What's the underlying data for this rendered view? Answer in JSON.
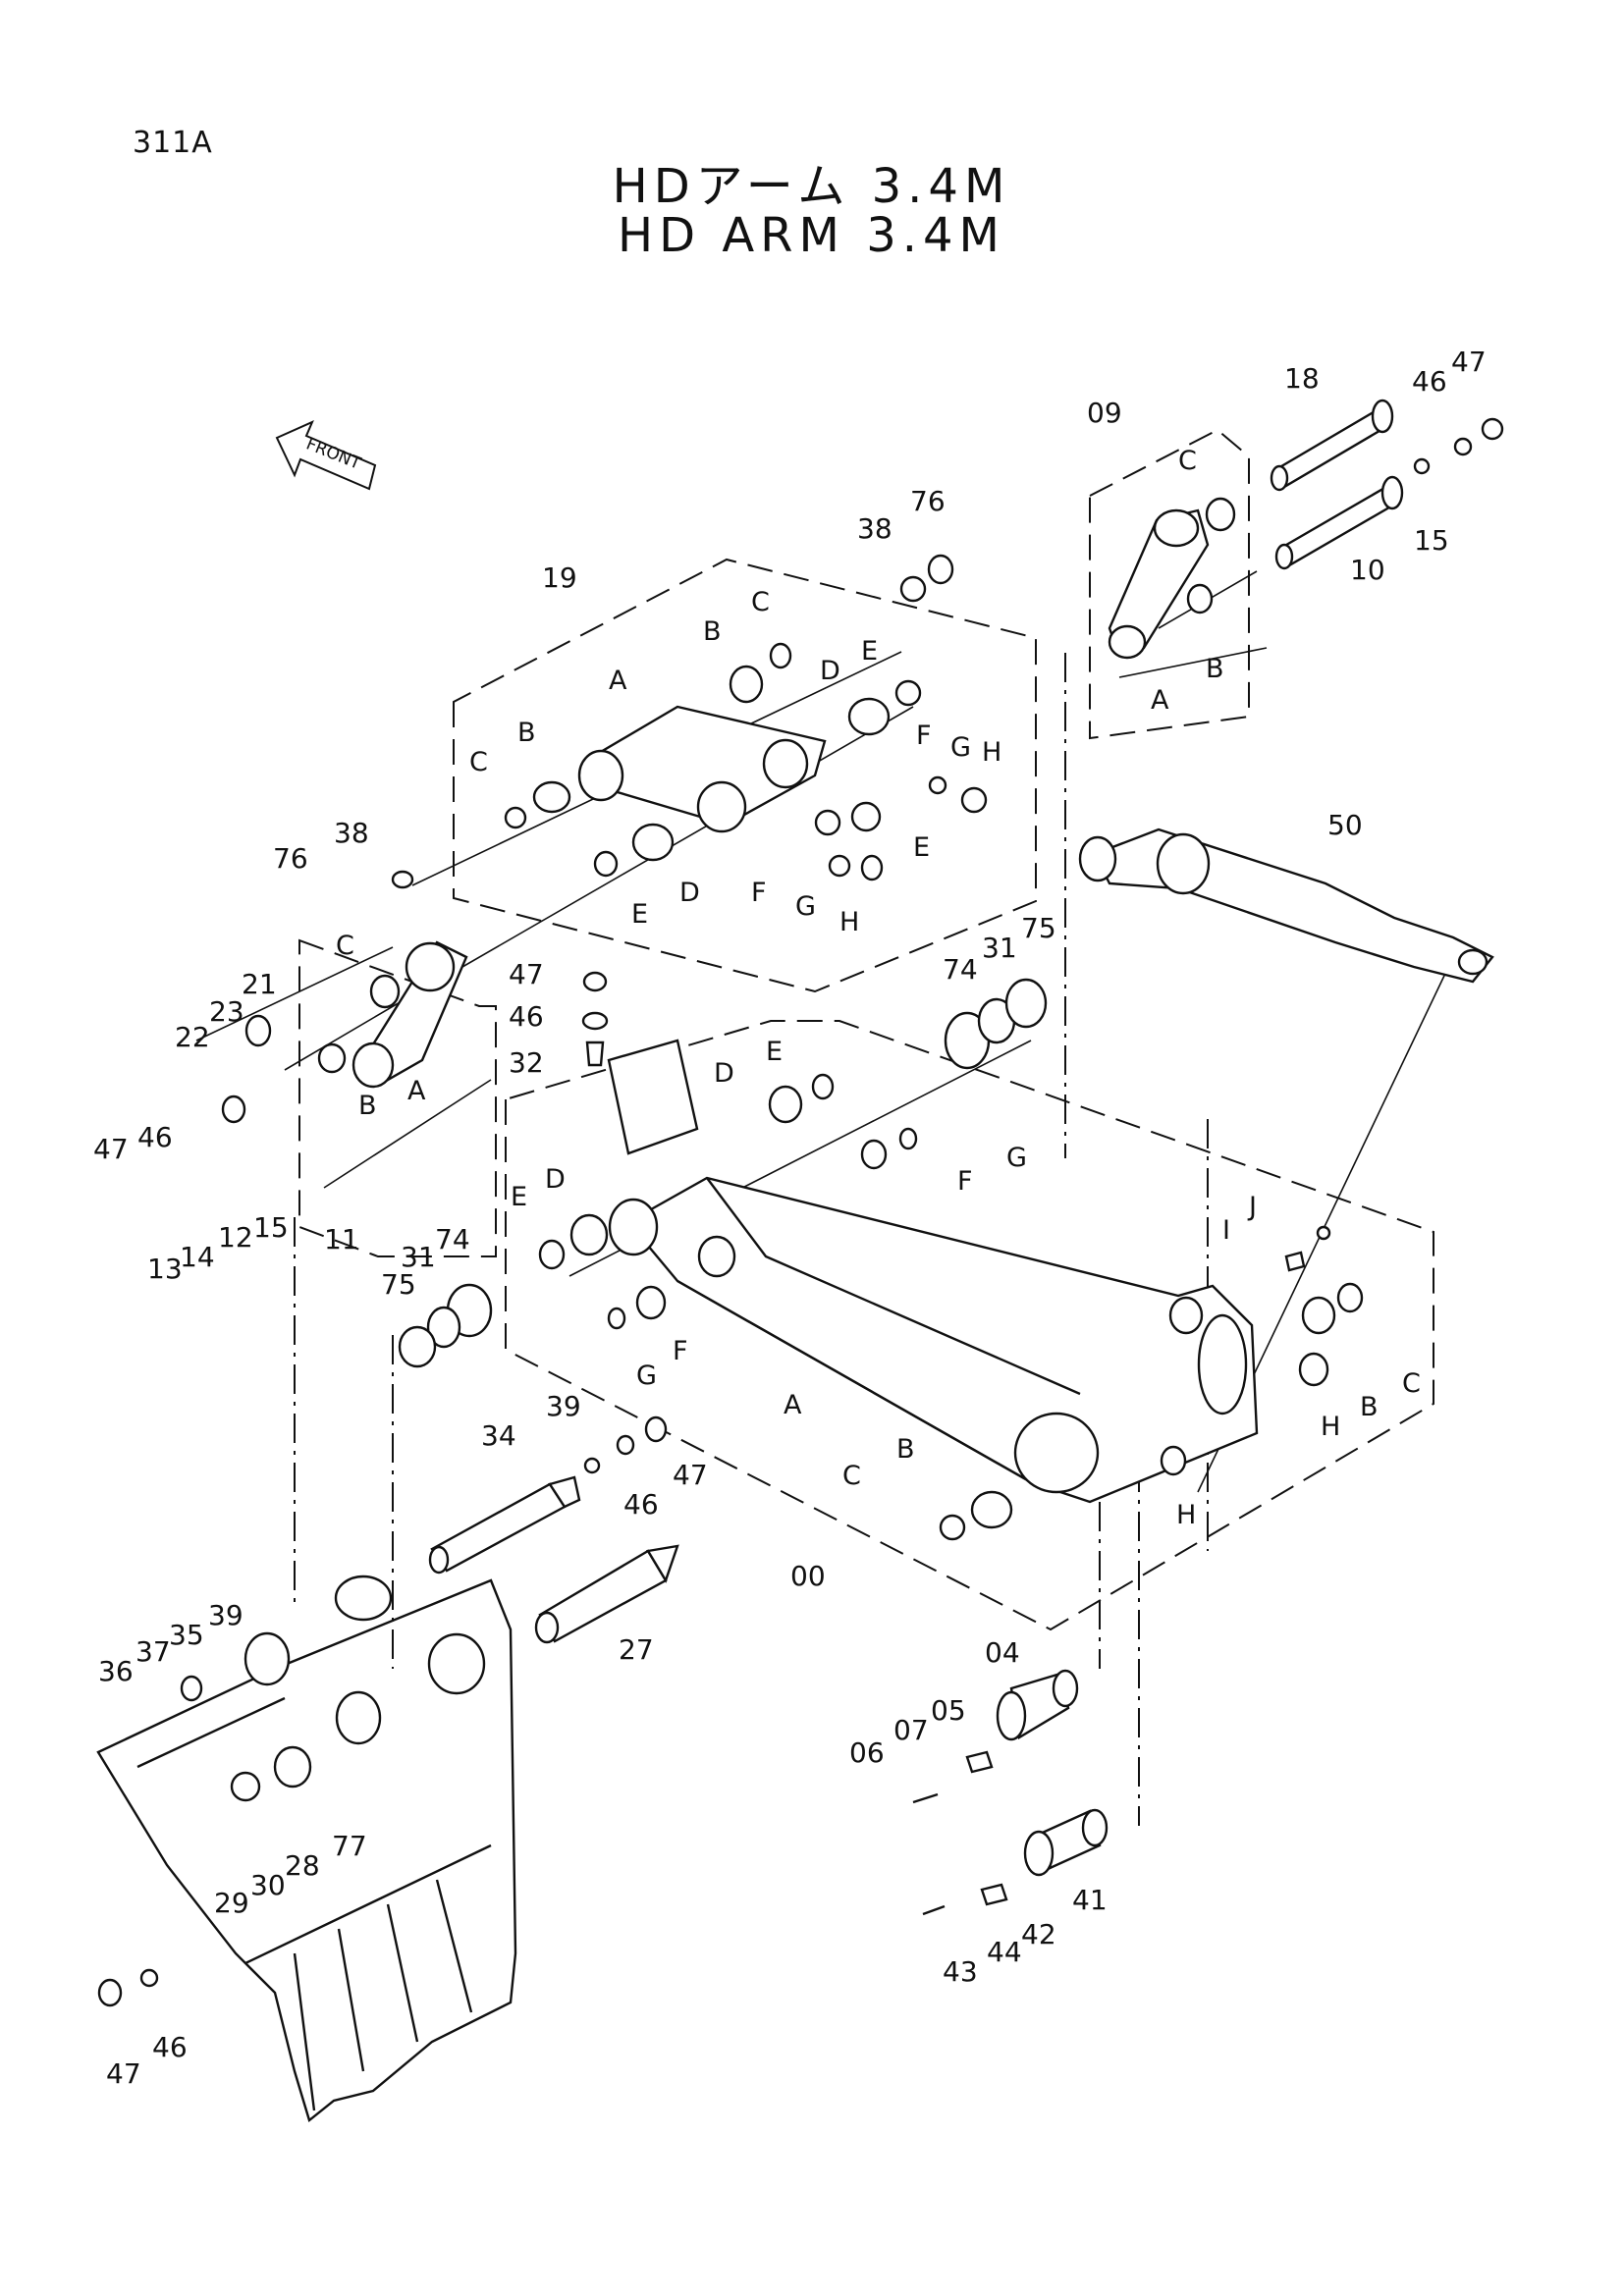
{
  "header": {
    "page_code": "311A",
    "title_jp": "HDアーム 3.4M",
    "title_en": "HD ARM 3.4M",
    "front_arrow": "FRONT"
  },
  "callouts": {
    "c00": "00",
    "c04": "04",
    "c05": "05",
    "c06": "06",
    "c07": "07",
    "c09": "09",
    "c10": "10",
    "c11": "11",
    "c12": "12",
    "c13": "13",
    "c14": "14",
    "c15a": "15",
    "c15b": "15",
    "c18": "18",
    "c19": "19",
    "c21": "21",
    "c22": "22",
    "c23": "23",
    "c27": "27",
    "c28": "28",
    "c29": "29",
    "c30": "30",
    "c31a": "31",
    "c31b": "31",
    "c32": "32",
    "c34": "34",
    "c35": "35",
    "c36": "36",
    "c37": "37",
    "c38a": "38",
    "c38b": "38",
    "c39a": "39",
    "c39b": "39",
    "c41": "41",
    "c42": "42",
    "c43": "43",
    "c44": "44",
    "c46a": "46",
    "c46b": "46",
    "c46c": "46",
    "c46d": "46",
    "c46e": "46",
    "c47a": "47",
    "c47b": "47",
    "c47c": "47",
    "c47d": "47",
    "c47e": "47",
    "c50": "50",
    "c74a": "74",
    "c74b": "74",
    "c75a": "75",
    "c75b": "75",
    "c76a": "76",
    "c76b": "76",
    "c77": "77"
  },
  "subparts": {
    "g09_A": "A",
    "g09_B": "B",
    "g09_C": "C",
    "g19_A": "A",
    "g19_B1": "B",
    "g19_B2": "B",
    "g19_C1": "C",
    "g19_C2": "C",
    "g19_D1": "D",
    "g19_D2": "D",
    "g19_E1": "E",
    "g19_E2": "E",
    "g19_E3": "E",
    "g19_F1": "F",
    "g19_F2": "F",
    "g19_G1": "G",
    "g19_G2": "G",
    "g19_H1": "H",
    "g19_H2": "H",
    "g11_A": "A",
    "g11_B": "B",
    "g11_C": "C",
    "g00_A": "A",
    "g00_B1": "B",
    "g00_B2": "B",
    "g00_C1": "C",
    "g00_C2": "C",
    "g00_D1": "D",
    "g00_D2": "D",
    "g00_E1": "E",
    "g00_E2": "E",
    "g00_F1": "F",
    "g00_F2": "F",
    "g00_G1": "G",
    "g00_G2": "G",
    "g00_H1": "H",
    "g00_H2": "H",
    "g00_I": "I",
    "g00_J": "J"
  }
}
